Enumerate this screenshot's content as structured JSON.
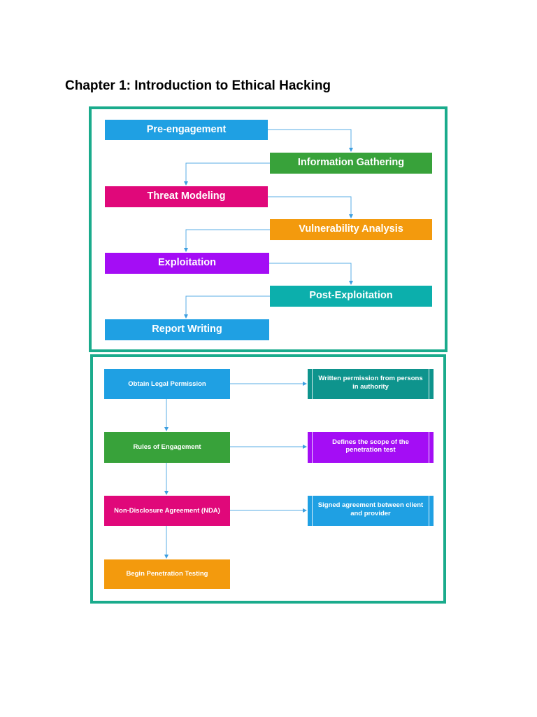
{
  "page": {
    "title": "Chapter 1: Introduction to Ethical Hacking"
  },
  "colors": {
    "frame": "#1aab8c",
    "connector": "#5aaee6",
    "blue": "#1fa0e3",
    "green": "#38a23a",
    "magenta": "#e0087a",
    "orange": "#f39a0d",
    "purple": "#a40df5",
    "teal": "#0cafac",
    "dark_teal": "#0e948d"
  },
  "process_flow": {
    "steps": [
      {
        "label": "Pre-engagement",
        "color": "blue"
      },
      {
        "label": "Information Gathering",
        "color": "green"
      },
      {
        "label": "Threat Modeling",
        "color": "magenta"
      },
      {
        "label": "Vulnerability Analysis",
        "color": "orange"
      },
      {
        "label": "Exploitation",
        "color": "purple"
      },
      {
        "label": "Post-Exploitation",
        "color": "teal"
      },
      {
        "label": "Report Writing",
        "color": "blue"
      }
    ]
  },
  "pre_engagement": {
    "steps": [
      {
        "label": "Obtain Legal Permission",
        "color": "blue"
      },
      {
        "label": "Rules of Engagement",
        "color": "green"
      },
      {
        "label": "Non-Disclosure Agreement (NDA)",
        "color": "magenta"
      },
      {
        "label": "Begin Penetration Testing",
        "color": "orange"
      }
    ],
    "notes": [
      {
        "label": "Written permission from persons in authority",
        "color": "dark_teal"
      },
      {
        "label": "Defines the scope of the penetration test",
        "color": "purple"
      },
      {
        "label": "Signed agreement between client and provider",
        "color": "blue"
      }
    ]
  }
}
